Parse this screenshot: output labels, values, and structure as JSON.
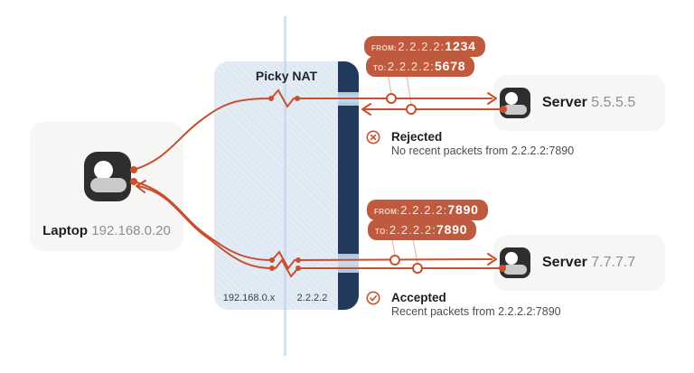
{
  "colors": {
    "accent": "#c94f2e",
    "badge_bg": "#c05a3f",
    "wall": "#23395b",
    "panel": "#dfe9f3",
    "panel_line": "#d3e1f0",
    "gap": "#b7cde5",
    "card": "#f6f6f5",
    "ink": "#1c1e21",
    "muted": "#8e8f91",
    "detail": "#4b4e52",
    "connector": "#ecc0ae",
    "icon_dark": "#2e2e2f",
    "icon_gray": "#c9cac9",
    "nat_label": "#39404d"
  },
  "nat": {
    "title": "Picky NAT",
    "inside_label": "192.168.0.x",
    "outside_label": "2.2.2.2"
  },
  "laptop": {
    "label": "Laptop",
    "ip": "192.168.0.20"
  },
  "flows": [
    {
      "server": {
        "label": "Server",
        "ip": "5.5.5.5"
      },
      "badges": {
        "from": {
          "prefix": "FROM:",
          "addr": "2.2.2.2:",
          "port": "1234"
        },
        "to": {
          "prefix": "TO:",
          "addr": "2.2.2.2:",
          "port": "5678"
        }
      },
      "status": {
        "title": "Rejected",
        "detail": "No recent packets from 2.2.2.2:7890"
      }
    },
    {
      "server": {
        "label": "Server",
        "ip": "7.7.7.7"
      },
      "badges": {
        "from": {
          "prefix": "FROM:",
          "addr": "2.2.2.2:",
          "port": "7890"
        },
        "to": {
          "prefix": "TO:",
          "addr": "2.2.2.2:",
          "port": "7890"
        }
      },
      "status": {
        "title": "Accepted",
        "detail": "Recent packets from 2.2.2.2:7890"
      }
    }
  ]
}
